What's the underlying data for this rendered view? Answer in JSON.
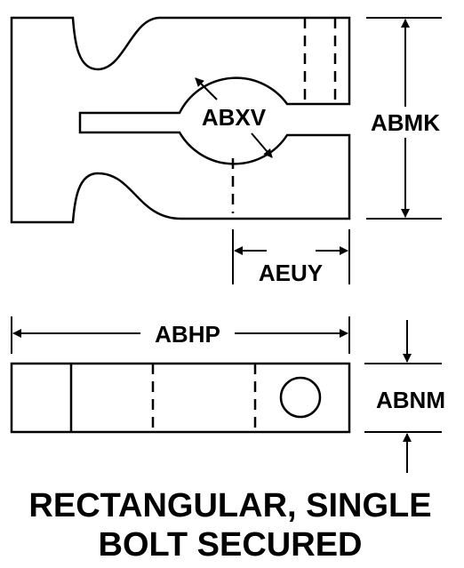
{
  "labels": {
    "abxv": "ABXV",
    "abmk": "ABMK",
    "aeuy": "AEUY",
    "abhp": "ABHP",
    "abnm": "ABNM"
  },
  "caption": {
    "line1": "RECTANGULAR, SINGLE",
    "line2": "BOLT SECURED"
  }
}
